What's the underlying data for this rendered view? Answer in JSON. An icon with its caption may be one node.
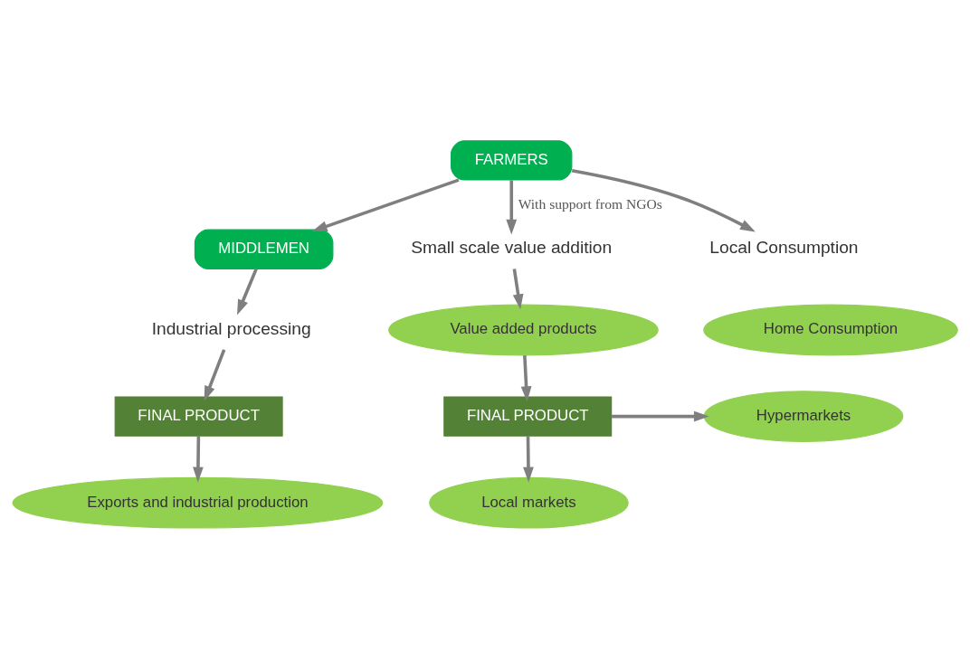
{
  "diagram": {
    "nodes": [
      {
        "text": [
          "FARMERS"
        ]
      },
      {
        "text": [
          "MIDDLEMEN"
        ]
      },
      {
        "text": [
          "Industrial processing"
        ]
      },
      {
        "text": [
          "FINAL PRODUCT"
        ]
      },
      {
        "text": [
          "Exports and industrial production"
        ]
      },
      {
        "text": [
          "Small scale value addition"
        ]
      },
      {
        "text": [
          "Value added products"
        ]
      },
      {
        "text": [
          "FINAL PRODUCT"
        ]
      },
      {
        "text": [
          "Local markets"
        ]
      },
      {
        "text": [
          "Hypermarkets"
        ]
      },
      {
        "text": [
          "Local Consumption"
        ]
      },
      {
        "text": [
          "Home Consumption"
        ]
      }
    ],
    "edges": [
      {
        "from": 0,
        "to": 1,
        "arrow": "to"
      },
      {
        "from": 0,
        "to": 5,
        "arrow": "to",
        "label": "With support from NGOs"
      },
      {
        "from": 0,
        "to": 10,
        "arrow": "to"
      },
      {
        "from": 1,
        "to": 2,
        "arrow": "to"
      },
      {
        "from": 2,
        "to": 3,
        "arrow": "to"
      },
      {
        "from": 3,
        "to": 4,
        "arrow": "to"
      },
      {
        "from": 5,
        "to": 6,
        "arrow": "to"
      },
      {
        "from": 6,
        "to": 7,
        "arrow": "to"
      },
      {
        "from": 7,
        "to": 8,
        "arrow": "to"
      },
      {
        "from": 7,
        "to": 9,
        "arrow": "to"
      }
    ]
  }
}
